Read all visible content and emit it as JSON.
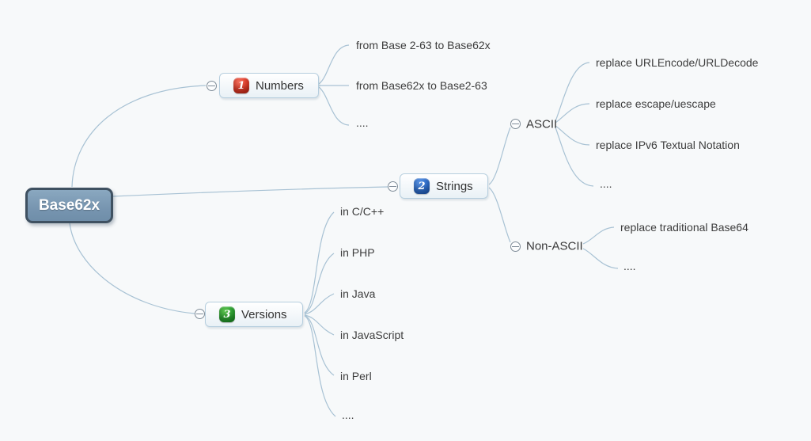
{
  "diagram": {
    "type": "mindmap",
    "root": {
      "label": "Base62x"
    },
    "branches": [
      {
        "badge": "1",
        "badge_color": "#d92a18",
        "label": "Numbers",
        "children": [
          {
            "label": "from Base 2-63 to Base62x"
          },
          {
            "label": "from Base62x to Base2-63"
          },
          {
            "label": "...."
          }
        ]
      },
      {
        "badge": "2",
        "badge_color": "#2e6ecd",
        "label": "Strings",
        "children": [
          {
            "label": "ASCII",
            "children": [
              {
                "label": "replace URLEncode/URLDecode"
              },
              {
                "label": "replace escape/uescape"
              },
              {
                "label": "replace IPv6 Textual Notation"
              },
              {
                "label": "...."
              }
            ]
          },
          {
            "label": "Non-ASCII",
            "children": [
              {
                "label": "replace traditional Base64"
              },
              {
                "label": "...."
              }
            ]
          }
        ]
      },
      {
        "badge": "3",
        "badge_color": "#2ba132",
        "label": "Versions",
        "children": [
          {
            "label": "in C/C++"
          },
          {
            "label": "in PHP"
          },
          {
            "label": "in Java"
          },
          {
            "label": "in JavaScript"
          },
          {
            "label": "in Perl"
          },
          {
            "label": "...."
          }
        ]
      }
    ],
    "colors": {
      "background": "#f7f9fa",
      "line": "#a8c2d4",
      "root_fill": "#7795b0",
      "root_border": "#3f5161",
      "branch_border": "#b6cede",
      "badge_red": "#d92a18",
      "badge_blue": "#2e6ecd",
      "badge_green": "#2ba132"
    }
  }
}
